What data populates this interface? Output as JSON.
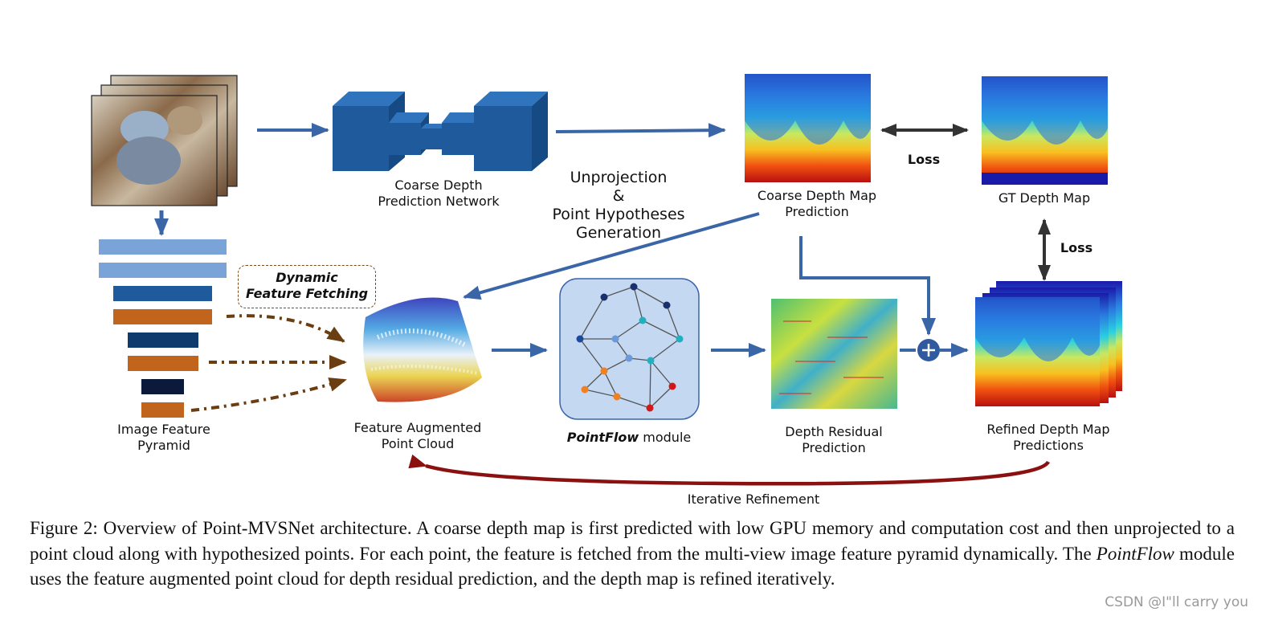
{
  "labels": {
    "coarse_net": [
      "Coarse Depth",
      "Prediction Network"
    ],
    "unprojection": [
      "Unprojection",
      "&",
      "Point Hypotheses",
      "Generation"
    ],
    "coarse_map": [
      "Coarse Depth Map",
      "Prediction"
    ],
    "gt_map": "GT Depth Map",
    "loss_top": "Loss",
    "loss_right": "Loss",
    "dynamic_fetch": [
      "Dynamic",
      "Feature Fetching"
    ],
    "pyramid": [
      "Image Feature",
      "Pyramid"
    ],
    "point_cloud": [
      "Feature Augmented",
      "Point Cloud"
    ],
    "pointflow_name": "PointFlow",
    "pointflow_suffix": " module",
    "residual": [
      "Depth Residual",
      "Prediction"
    ],
    "refined": [
      "Refined Depth Map",
      "Predictions"
    ],
    "iterative": "Iterative Refinement"
  },
  "caption": {
    "part1": "Figure 2: Overview of Point-MVSNet architecture. A coarse depth map is first predicted with low GPU memory and computation cost and then unprojected to a point cloud along with hypothesized points. For each point, the feature is fetched from the multi-view image feature pyramid dynamically. The ",
    "italic": "PointFlow",
    "part2": " module uses the feature augmented point cloud for depth residual prediction, and the depth map is refined iteratively."
  },
  "watermark": "CSDN @I\"ll  carry  you",
  "colors": {
    "arrow_blue": "#3a66a8",
    "net_blue": "#1e5a9c",
    "fetch_brown": "#6b3e12",
    "loop_red": "#8b1010",
    "pyramid_light": "#7aa3d8",
    "pyramid_mid": "#1e5a9c",
    "pyramid_dark": "#0f3a6e",
    "pyramid_darkest": "#0b1a3a",
    "pyramid_orange": "#c2651c",
    "pointflow_bg": "#c5d8f2"
  }
}
